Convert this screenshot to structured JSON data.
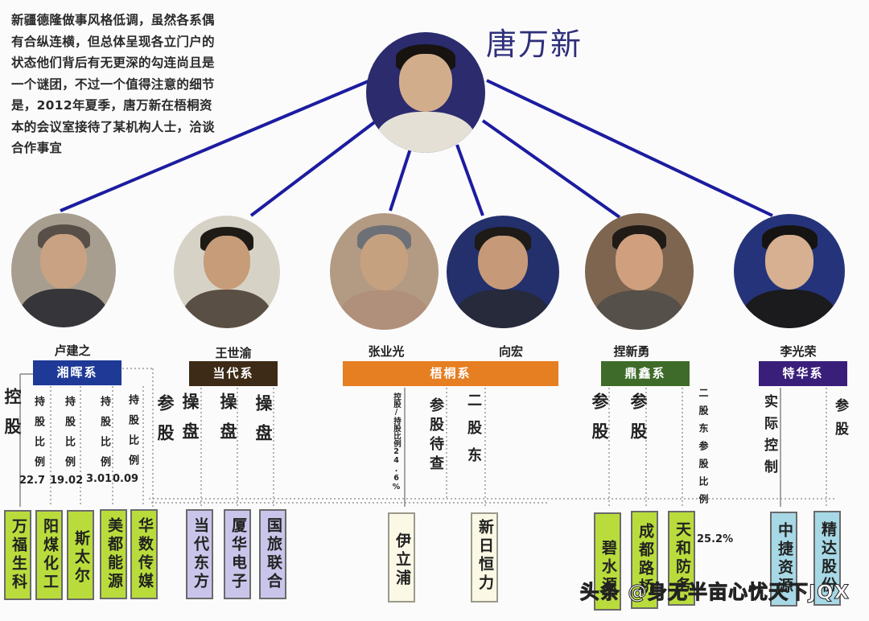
{
  "intro_text": "新疆德隆做事风格低调，虽然各系偶有合纵连横，但总体呈现各立门户的状态他们背后有无更深的勾连尚且是一个谜团，不过一个值得注意的细节是，2012年夏季，唐万新在梧桐资本的会议室接待了某机构人士，洽谈合作事宜",
  "center_person": {
    "name": "唐万新"
  },
  "persons": [
    {
      "name": "卢建之"
    },
    {
      "name": "王世渝"
    },
    {
      "name": "张业光"
    },
    {
      "name": "向宏"
    },
    {
      "name": "捏新勇"
    },
    {
      "name": "李光荣"
    }
  ],
  "groups": [
    {
      "name": "湘晖系",
      "color": "#1e3a96"
    },
    {
      "name": "当代系",
      "color": "#3d2b17"
    },
    {
      "name": "梧桐系",
      "color": "#e67e22"
    },
    {
      "name": "鼎鑫系",
      "color": "#3f6b2a"
    },
    {
      "name": "特华系",
      "color": "#3a1f7a"
    }
  ],
  "relations": {
    "kongu": "控股",
    "chigu": "持股比例",
    "pct": [
      "22.7",
      "19.02",
      "3.01",
      "0.09"
    ],
    "cangu": "参股",
    "caopan": "操盘",
    "kongu_chigu_small": "控股/持股比例24.6%",
    "cangu_daicha": "参股待查",
    "ergudong": "二股东",
    "ergudong_cangu": "二股东参股比例",
    "ergudong_pct": "25.2%",
    "shiji_kongzhi": "实际控制"
  },
  "companies": {
    "xianghui": [
      "万福生科",
      "阳煤化工",
      "斯太尔",
      "美都能源",
      "华数传媒"
    ],
    "dangdai": [
      "当代东方",
      "厦华电子",
      "国旅联合"
    ],
    "wutong": [
      "伊立浦",
      "新日恒力"
    ],
    "dingxin": [
      "碧水源",
      "成都路桥",
      "天和防务"
    ],
    "tehua": [
      "中捷资源",
      "精达股份"
    ]
  },
  "watermark": "头条 @身无半亩心忧天下JQX"
}
